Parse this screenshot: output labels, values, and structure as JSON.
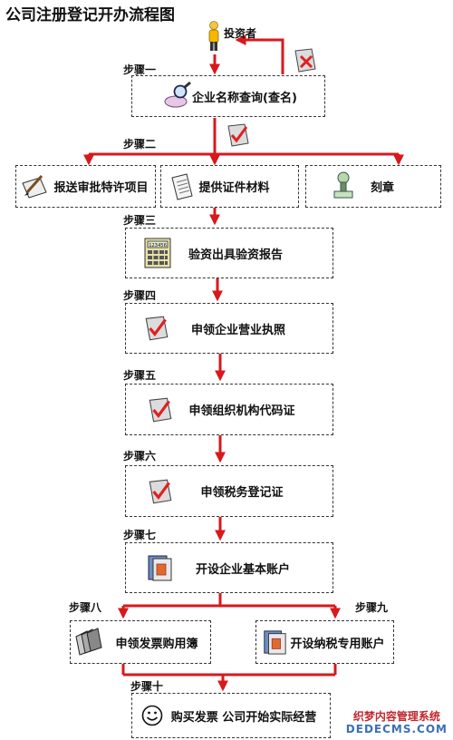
{
  "title": "公司注册登记开办流程图",
  "investor_label": "投资者",
  "steps": {
    "s1": "步骤一",
    "s2": "步骤二",
    "s3": "步骤三",
    "s4": "步骤四",
    "s5": "步骤五",
    "s6": "步骤六",
    "s7": "步骤七",
    "s8": "步骤八",
    "s9": "步骤九",
    "s10": "步骤十"
  },
  "boxes": {
    "name_check": "企业名称查询(查名)",
    "special_permit": "报送审批特许项目",
    "documents": "提供证件材料",
    "seal": "刻章",
    "capital_verify": "验资出具验资报告",
    "business_license": "申领企业营业执照",
    "org_code": "申领组织机构代码证",
    "tax_reg": "申领税务登记证",
    "basic_account": "开设企业基本账户",
    "invoice_book": "申领发票购用簿",
    "tax_account": "开设纳税专用账户",
    "final": "购买发票 公司开始实际经营"
  },
  "calculator_display": "123456",
  "watermark": {
    "line1": "织梦内容管理系统",
    "line2": "DEDECMS.COM"
  },
  "colors": {
    "arrow": "#d7191c",
    "border": "#333333"
  },
  "icons": {
    "investor": "person-icon",
    "reject": "reject-icon",
    "check": "checkmark-icon",
    "search": "magnifier-icon",
    "sign": "signing-icon",
    "docs": "document-icon",
    "seal": "seal-stamp-icon",
    "calculator": "calculator-icon",
    "bank": "bank-book-icon",
    "invoice": "invoice-stack-icon",
    "smile": "smiley-icon"
  }
}
